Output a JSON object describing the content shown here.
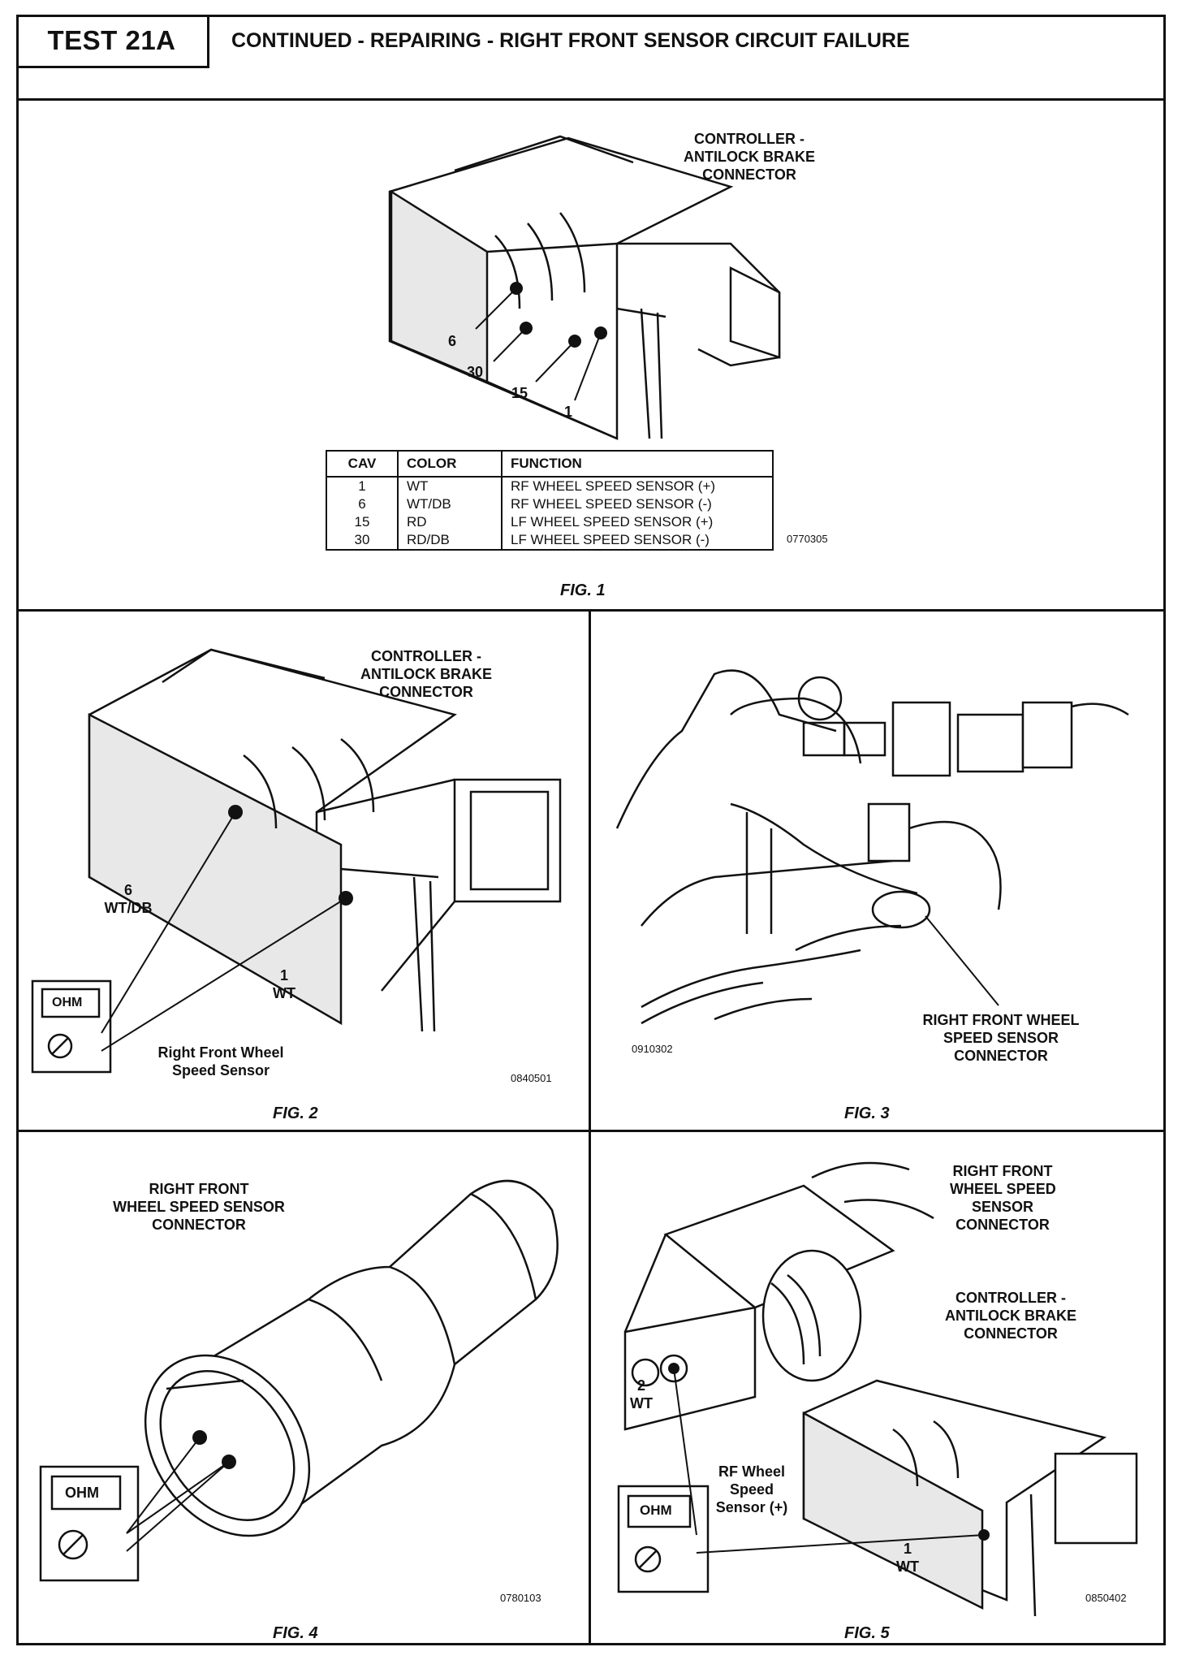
{
  "header": {
    "test": "TEST 21A",
    "title": "CONTINUED - REPAIRING - RIGHT FRONT SENSOR CIRCUIT FAILURE"
  },
  "fig1": {
    "connector_label": [
      "CONTROLLER -",
      "ANTILOCK BRAKE",
      "CONNECTOR"
    ],
    "pins": [
      "6",
      "30",
      "15",
      "1"
    ],
    "table": {
      "headers": [
        "CAV",
        "COLOR",
        "FUNCTION"
      ],
      "rows": [
        [
          "1",
          "WT",
          "RF WHEEL SPEED SENSOR (+)"
        ],
        [
          "6",
          "WT/DB",
          "RF WHEEL SPEED SENSOR (-)"
        ],
        [
          "15",
          "RD",
          "LF WHEEL SPEED SENSOR (+)"
        ],
        [
          "30",
          "RD/DB",
          "LF WHEEL SPEED SENSOR (-)"
        ]
      ]
    },
    "code": "0770305",
    "caption": "FIG. 1"
  },
  "fig2": {
    "connector_label": [
      "CONTROLLER -",
      "ANTILOCK BRAKE",
      "CONNECTOR"
    ],
    "pin6": [
      "6",
      "WT/DB"
    ],
    "pin1": [
      "1",
      "WT"
    ],
    "meter_text": "OHM",
    "sensor_label": [
      "Right Front Wheel",
      "Speed Sensor"
    ],
    "code": "0840501",
    "caption": "FIG. 2"
  },
  "fig3": {
    "connector_label": [
      "RIGHT FRONT WHEEL",
      "SPEED SENSOR",
      "CONNECTOR"
    ],
    "code": "0910302",
    "caption": "FIG. 3"
  },
  "fig4": {
    "connector_label": [
      "RIGHT FRONT",
      "WHEEL SPEED SENSOR",
      "CONNECTOR"
    ],
    "meter_text": "OHM",
    "code": "0780103",
    "caption": "FIG. 4"
  },
  "fig5": {
    "sensor_connector_label": [
      "RIGHT FRONT",
      "WHEEL SPEED",
      "SENSOR",
      "CONNECTOR"
    ],
    "controller_label": [
      "CONTROLLER -",
      "ANTILOCK BRAKE",
      "CONNECTOR"
    ],
    "pin2": [
      "2",
      "WT"
    ],
    "pin1": [
      "1",
      "WT"
    ],
    "sensor_label": [
      "RF Wheel",
      "Speed",
      "Sensor (+)"
    ],
    "meter_text": "OHM",
    "code": "0850402",
    "caption": "FIG. 5"
  }
}
